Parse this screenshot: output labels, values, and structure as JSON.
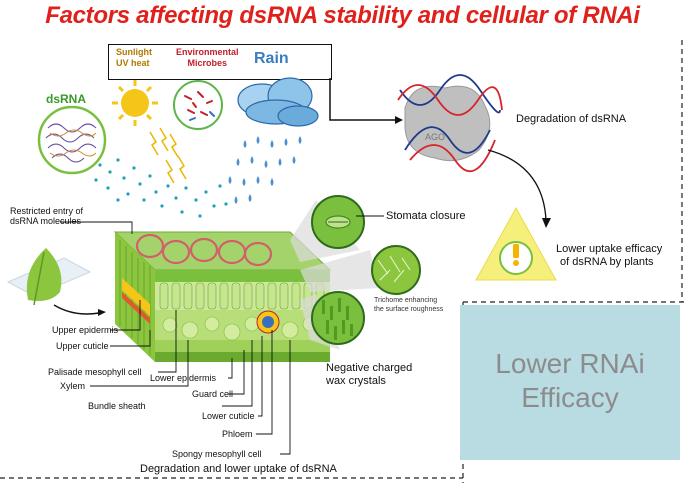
{
  "title": "Factors affecting dsRNA stability and cellular of RNAi",
  "env_box": {
    "sunlight_line1": "Sunlight",
    "sunlight_line2": "UV heat",
    "env_line1": "Environmental",
    "env_line2": "Microbes",
    "rain": "Rain"
  },
  "dsrna_label": "dsRNA",
  "degradation_label": "Degradation of dsRNA",
  "ago_label": "AGO",
  "uptake_line1": "Lower uptake efficacy",
  "uptake_line2": "of  dsRNA by plants",
  "restricted_line1": "Restricted entry of",
  "restricted_line2": "dsRNA molecules",
  "stomata_label": "Stomata closure",
  "trichome_line1": "Trichome enhancing",
  "trichome_line2": "the surface roughness",
  "wax_line1": "Negative charged",
  "wax_line2": "wax crystals",
  "leaf_labels": {
    "upper_epidermis": "Upper epidermis",
    "upper_cuticle": "Upper cuticle",
    "palisade": "Palisade mesophyll cell",
    "xylem": "Xylem",
    "lower_epidermis": "Lower epidermis",
    "guard_cell": "Guard cell",
    "bundle_sheath": "Bundle sheath",
    "lower_cuticle": "Lower cuticle",
    "phloem": "Phloem",
    "spongy": "Spongy mesophyll cell"
  },
  "bottom_caption": "Degradation and lower uptake of dsRNA",
  "rnai_line1": "Lower RNAi",
  "rnai_line2": "Efficacy",
  "colors": {
    "title": "#e0201b",
    "rnai_box": "#b9dce3",
    "rnai_text": "#8c8c8c",
    "leaf_green": "#8cc63f",
    "warning_yellow": "#f7ef7b"
  }
}
